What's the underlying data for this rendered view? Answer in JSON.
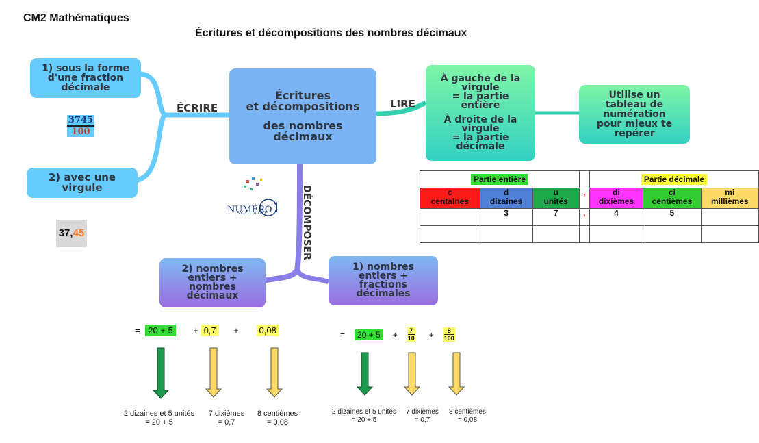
{
  "header": {
    "level": "CM2 Mathématiques",
    "title": "Écritures et décompositions des nombres décimaux"
  },
  "central": {
    "line1": "Écritures",
    "line2": "et décompositions",
    "line3": "des nombres",
    "line4": "décimaux"
  },
  "branches": {
    "ecrire": "ÉCRIRE",
    "lire": "LIRE",
    "decomposer": "DÉCOMPOSER"
  },
  "ecrire_nodes": {
    "fraction": [
      "1) sous la forme",
      "d'une fraction",
      "décimale"
    ],
    "virgule": [
      "2) avec une",
      "virgule"
    ]
  },
  "examples": {
    "numerator": "3745",
    "denominator": "100",
    "decimal_int": "37,",
    "decimal_dec": "45"
  },
  "lire_nodes": {
    "gauche": [
      "À gauche de la",
      "virgule",
      "= la partie",
      "entière"
    ],
    "droite": [
      "À droite de la",
      "virgule",
      "= la partie",
      "décimale"
    ],
    "tableau": [
      "Utilise un",
      "tableau de",
      "numération",
      "pour mieux te",
      "repérer"
    ]
  },
  "logo": {
    "name": "NUMÉRO",
    "digit": "1",
    "sub": "SCOLAIRE"
  },
  "table": {
    "partie_entiere": "Partie entière",
    "partie_decimale": "Partie décimale",
    "comma": ",",
    "headers": [
      {
        "top": "c",
        "bottom": "centaines",
        "color": "#ff1a1a"
      },
      {
        "top": "d",
        "bottom": "dizaines",
        "color": "#4f7fd6"
      },
      {
        "top": "u",
        "bottom": "unités",
        "color": "#1fa84a"
      },
      {
        "top": "di",
        "bottom": "dixièmes",
        "color": "#ff33ff"
      },
      {
        "top": "ci",
        "bottom": "centièmes",
        "color": "#33cc33"
      },
      {
        "top": "mi",
        "bottom": "millièmes",
        "color": "#ffd966"
      }
    ],
    "row1": [
      "",
      "3",
      "7",
      "4",
      "5",
      ""
    ],
    "row2": [
      "",
      "",
      "",
      "",
      "",
      ""
    ]
  },
  "decompose_nodes": {
    "entiers": [
      "2) nombres",
      "entiers +",
      "nombres",
      "décimaux"
    ],
    "fractions": [
      "1) nombres",
      "entiers +",
      "fractions",
      "décimales"
    ]
  },
  "decomp_left": {
    "eq": "=",
    "int_part": "20 + 5",
    "plus1": "+",
    "tenths": "0,7",
    "plus2": "+",
    "hundredths": "0,08",
    "label1": [
      "2 dizaines et 5 unités",
      "= 20 + 5"
    ],
    "label2": [
      "7 dixièmes",
      "= 0,7"
    ],
    "label3": [
      "8 centièmes",
      "= 0,08"
    ]
  },
  "decomp_right": {
    "eq": "=",
    "int_part": "20 + 5",
    "plus1": "+",
    "frac1_num": "7",
    "frac1_den": "10",
    "plus2": "+",
    "frac2_num": "8",
    "frac2_den": "100",
    "label1": [
      "2 dizaines et 5 unités",
      "= 20 + 5"
    ],
    "label2": [
      "7 dixièmes",
      "= 0,7"
    ],
    "label3": [
      "8 centièmes",
      "= 0,08"
    ]
  },
  "colors": {
    "branch_blue": "#66ccff",
    "branch_violet": "#7b68ee",
    "branch_green": "#33d1b0",
    "arrow_green": "#1e9a50",
    "arrow_yellow": "#ffd966",
    "highlight_green": "#33dd33",
    "highlight_yellow": "#ffff66"
  }
}
